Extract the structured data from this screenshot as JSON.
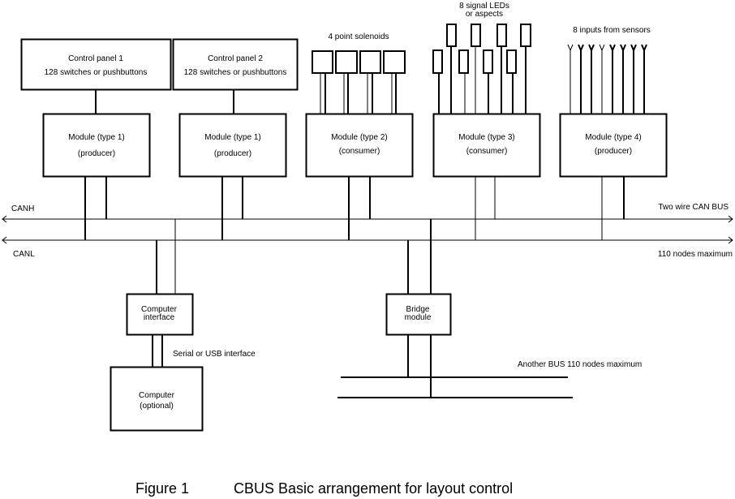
{
  "control_panels": [
    {
      "title": "Control panel 1",
      "subtitle": "128 switches or pushbuttons"
    },
    {
      "title": "Control panel 2",
      "subtitle": "128 switches or pushbuttons"
    }
  ],
  "modules": [
    {
      "title": "Module (type 1)",
      "role": "(producer)"
    },
    {
      "title": "Module (type 1)",
      "role": "(producer)"
    },
    {
      "title": "Module (type 2)",
      "role": "(consumer)"
    },
    {
      "title": "Module (type 3)",
      "role": "(consumer)"
    },
    {
      "title": "Module (type 4)",
      "role": "(producer)"
    }
  ],
  "labels": {
    "solenoids": "4 point solenoids",
    "leds_line1": "8 signal LEDs",
    "leds_line2": "or aspects",
    "sensors": "8 inputs from sensors",
    "canh": "CANH",
    "canl": "CANL",
    "bus": "Two wire CAN BUS",
    "nodes": "110 nodes maximum",
    "serial": "Serial or USB interface",
    "another_bus": "Another BUS  110 nodes maximum"
  },
  "computer_interface": {
    "line1": "Computer",
    "line2": "interface"
  },
  "bridge": {
    "line1": "Bridge",
    "line2": "module"
  },
  "computer": {
    "line1": "Computer",
    "line2": "(optional)"
  },
  "caption": {
    "figure": "Figure 1",
    "title": "CBUS  Basic arrangement for layout control"
  }
}
